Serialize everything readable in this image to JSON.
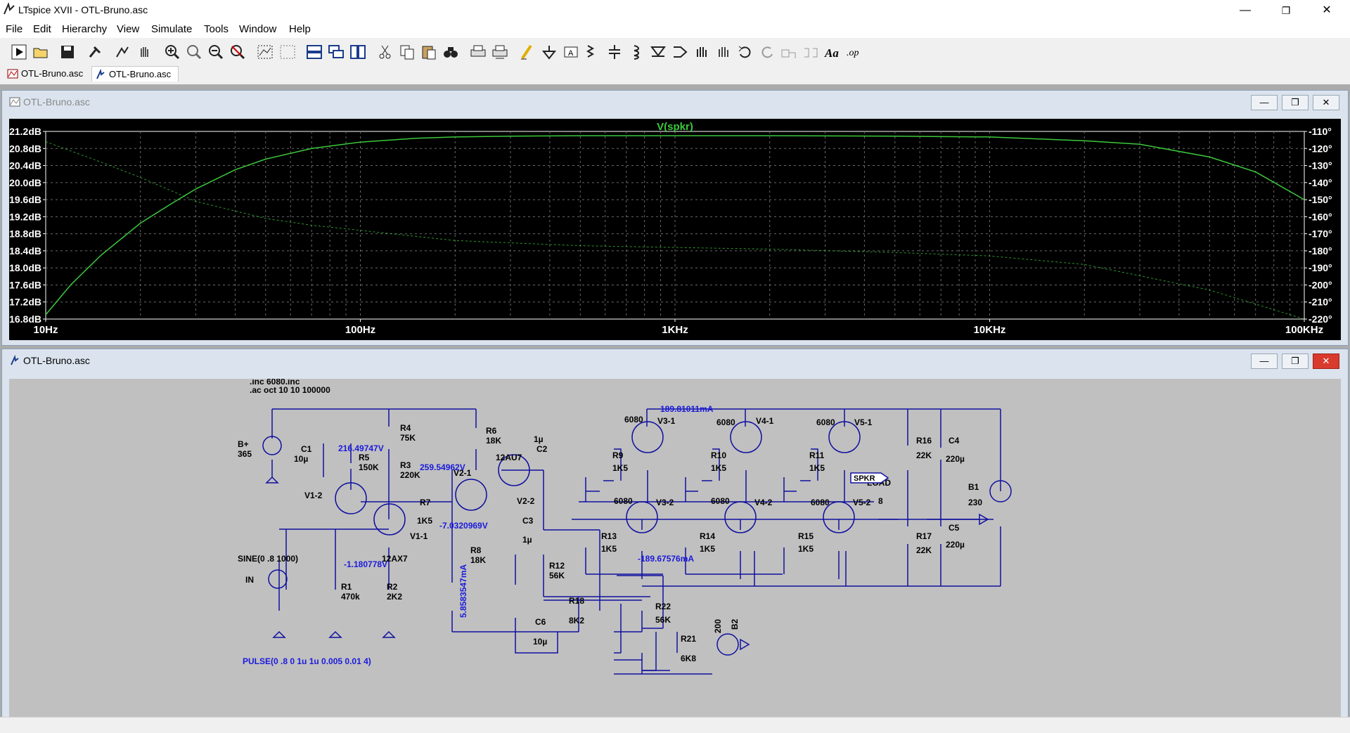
{
  "window": {
    "title": "LTspice XVII - OTL-Bruno.asc",
    "minimize": "—",
    "restore": "❐",
    "close": "✕"
  },
  "menu": [
    "File",
    "Edit",
    "Hierarchy",
    "View",
    "Simulate",
    "Tools",
    "Window",
    "Help"
  ],
  "toolbar": [
    "run-icon",
    "open-icon",
    "save-icon",
    "control-panel-icon",
    "halt-icon",
    "pan-hand-icon",
    "zoom-in-icon",
    "zoom-area-icon",
    "zoom-out-icon",
    "zoom-fit-icon",
    "autorange-icon",
    "mark-unused-icon",
    "tile-horizontal-icon",
    "cascade-icon",
    "tile-vertical-icon",
    "cut-icon",
    "copy-icon",
    "paste-icon",
    "find-icon",
    "print-icon",
    "print-setup-icon",
    "draw-wire-icon",
    "ground-icon",
    "label-net-icon",
    "resistor-icon",
    "capacitor-icon",
    "inductor-icon",
    "diode-icon",
    "component-icon",
    "move-icon",
    "drag-icon",
    "undo-icon",
    "redo-icon",
    "rotate-icon",
    "mirror-icon",
    "text-icon",
    "spice-directive-icon"
  ],
  "tabs": [
    {
      "label": "OTL-Bruno.asc",
      "active": false
    },
    {
      "label": "OTL-Bruno.asc",
      "active": true
    }
  ],
  "plot_window": {
    "title": "OTL-Bruno.asc"
  },
  "schematic_window": {
    "title": "OTL-Bruno.asc"
  },
  "chart_data": {
    "type": "line",
    "title": "V(spkr)",
    "xscale": "log",
    "xlim": [
      10,
      100000
    ],
    "x_ticks": [
      "10Hz",
      "100Hz",
      "1KHz",
      "10KHz",
      "100KHz"
    ],
    "ylim_left": [
      16.8,
      21.2
    ],
    "y_ticks_left": [
      "21.2dB",
      "20.8dB",
      "20.4dB",
      "20.0dB",
      "19.6dB",
      "19.2dB",
      "18.8dB",
      "18.4dB",
      "18.0dB",
      "17.6dB",
      "17.2dB",
      "16.8dB"
    ],
    "ylim_right": [
      -220,
      -110
    ],
    "y_ticks_right": [
      "-110°",
      "-120°",
      "-130°",
      "-140°",
      "-150°",
      "-160°",
      "-170°",
      "-180°",
      "-190°",
      "-200°",
      "-210°",
      "-220°"
    ],
    "grid": true,
    "colors": {
      "trace": "#3cc83c",
      "title": "#3cc83c",
      "axis": "#ffffff",
      "background": "#000000"
    },
    "series": [
      {
        "axis": "left",
        "x": [
          10,
          12,
          15,
          20,
          25,
          30,
          40,
          50,
          70,
          100,
          150,
          200,
          300,
          500,
          1000,
          2000,
          5000,
          10000,
          20000,
          30000,
          50000,
          70000,
          100000
        ],
        "y": [
          16.9,
          17.6,
          18.3,
          19.05,
          19.5,
          19.85,
          20.3,
          20.55,
          20.8,
          20.95,
          21.04,
          21.07,
          21.09,
          21.1,
          21.1,
          21.1,
          21.09,
          21.07,
          20.98,
          20.9,
          20.6,
          20.25,
          19.6
        ]
      },
      {
        "axis": "right",
        "style": "dashed",
        "x": [
          10,
          15,
          20,
          30,
          50,
          70,
          100,
          200,
          500,
          1000,
          2000,
          5000,
          10000,
          20000,
          50000,
          100000
        ],
        "y": [
          -116,
          -128,
          -137,
          -151,
          -161,
          -165,
          -168,
          -174,
          -177,
          -178,
          -179,
          -181,
          -183,
          -188,
          -203,
          -220
        ]
      }
    ]
  },
  "schematic": {
    "directives": [
      ".inc 6080.inc",
      ".ac oct 10 10 100000"
    ],
    "components": [
      {
        "ref": "B+",
        "value": "365"
      },
      {
        "ref": "C1",
        "value": "10µ"
      },
      {
        "ref": "R5",
        "value": "150K"
      },
      {
        "ref": "R4",
        "value": "75K"
      },
      {
        "ref": "R3",
        "value": "220K"
      },
      {
        "ref": "R6",
        "value": "18K"
      },
      {
        "ref": "R7",
        "value": "1K5"
      },
      {
        "ref": "V1-2",
        "value": ""
      },
      {
        "ref": "V1-1",
        "value": "12AX7"
      },
      {
        "ref": "V2-1",
        "value": "12AU7"
      },
      {
        "ref": "V2-2",
        "value": ""
      },
      {
        "ref": "C2",
        "value": "1µ"
      },
      {
        "ref": "C3",
        "value": "1µ"
      },
      {
        "ref": "R8",
        "value": "18K"
      },
      {
        "ref": "R1",
        "value": "470k"
      },
      {
        "ref": "R2",
        "value": "2K2"
      },
      {
        "ref": "IN",
        "value": "SINE(0 .8 1000)"
      },
      {
        "ref": "R12",
        "value": "56K"
      },
      {
        "ref": "R18",
        "value": "8K2"
      },
      {
        "ref": "C6",
        "value": "10µ"
      },
      {
        "ref": "R22",
        "value": "56K"
      },
      {
        "ref": "R21",
        "value": "6K8"
      },
      {
        "ref": "B2",
        "value": "200"
      },
      {
        "ref": "R9",
        "value": "1K5"
      },
      {
        "ref": "R10",
        "value": "1K5"
      },
      {
        "ref": "R11",
        "value": "1K5"
      },
      {
        "ref": "R13",
        "value": "1K5"
      },
      {
        "ref": "R14",
        "value": "1K5"
      },
      {
        "ref": "R15",
        "value": "1K5"
      },
      {
        "ref": "V3-1",
        "value": "6080"
      },
      {
        "ref": "V4-1",
        "value": "6080"
      },
      {
        "ref": "V5-1",
        "value": "6080"
      },
      {
        "ref": "V3-2",
        "value": "6080"
      },
      {
        "ref": "V4-2",
        "value": "6080"
      },
      {
        "ref": "V5-2",
        "value": "6080"
      },
      {
        "ref": "R16",
        "value": "22K"
      },
      {
        "ref": "R17",
        "value": "22K"
      },
      {
        "ref": "C4",
        "value": "220µ"
      },
      {
        "ref": "C5",
        "value": "220µ"
      },
      {
        "ref": "LOAD",
        "value": "8"
      },
      {
        "ref": "B1",
        "value": "230"
      }
    ],
    "net_label": "SPKR",
    "annotations": [
      "216.49747V",
      "259.54962V",
      "-7.0320969V",
      "-1.180778V",
      "189.81011mA",
      "-189.67576mA",
      "5.8583547mA"
    ],
    "pulse": "PULSE(0 .8 0 1u 1u 0.005 0.01 4)",
    "colors": {
      "wire": "#1010a0",
      "text": "#000000",
      "annotation": "#1a1adc",
      "background": "#c0c0c0"
    }
  }
}
